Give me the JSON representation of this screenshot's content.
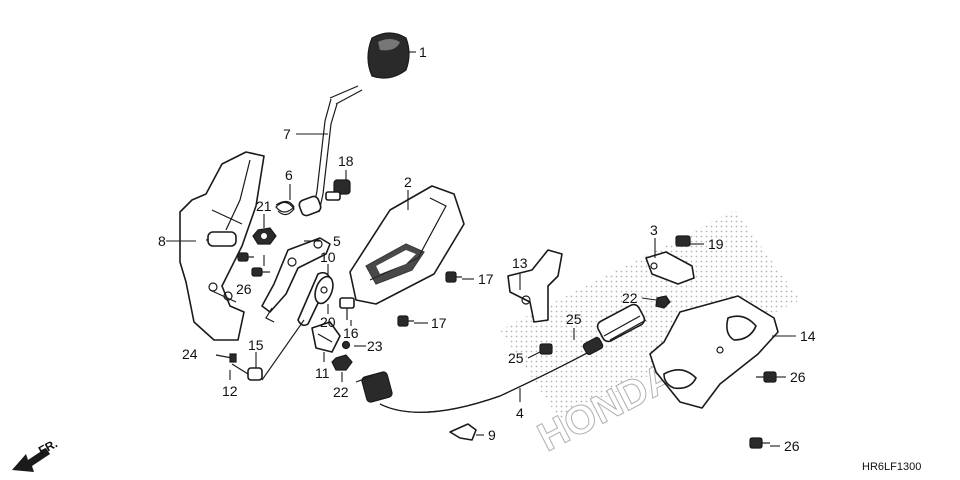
{
  "diagram_code": "HR6LF1300",
  "watermark": "HONDA",
  "direction_label": "FR.",
  "callouts": [
    {
      "id": "c1",
      "label": "1"
    },
    {
      "id": "c2",
      "label": "2"
    },
    {
      "id": "c3",
      "label": "3"
    },
    {
      "id": "c4",
      "label": "4"
    },
    {
      "id": "c5",
      "label": "5"
    },
    {
      "id": "c6",
      "label": "6"
    },
    {
      "id": "c7",
      "label": "7"
    },
    {
      "id": "c8",
      "label": "8"
    },
    {
      "id": "c9",
      "label": "9"
    },
    {
      "id": "c10",
      "label": "10"
    },
    {
      "id": "c11",
      "label": "11"
    },
    {
      "id": "c12",
      "label": "12"
    },
    {
      "id": "c13",
      "label": "13"
    },
    {
      "id": "c14",
      "label": "14"
    },
    {
      "id": "c15",
      "label": "15"
    },
    {
      "id": "c16",
      "label": "16"
    },
    {
      "id": "c17a",
      "label": "17"
    },
    {
      "id": "c17b",
      "label": "17"
    },
    {
      "id": "c18",
      "label": "18"
    },
    {
      "id": "c19",
      "label": "19"
    },
    {
      "id": "c20",
      "label": "20"
    },
    {
      "id": "c21",
      "label": "21"
    },
    {
      "id": "c22a",
      "label": "22"
    },
    {
      "id": "c22b",
      "label": "22"
    },
    {
      "id": "c23",
      "label": "23"
    },
    {
      "id": "c24",
      "label": "24"
    },
    {
      "id": "c25a",
      "label": "25"
    },
    {
      "id": "c25b",
      "label": "25"
    },
    {
      "id": "c26a",
      "label": "26"
    },
    {
      "id": "c26b",
      "label": "26"
    },
    {
      "id": "c26c",
      "label": "26"
    }
  ]
}
